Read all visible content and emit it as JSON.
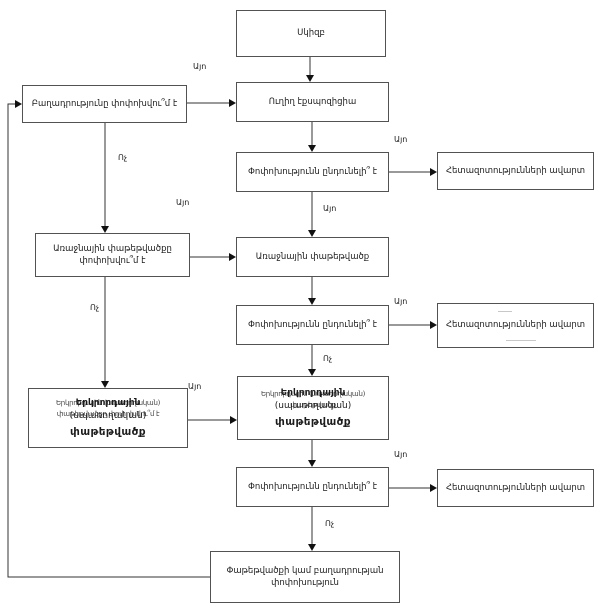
{
  "diagram": {
    "labels": {
      "yes": "Այո",
      "no": "Ոչ"
    },
    "nodes": {
      "start": {
        "text": "Սկիզբ"
      },
      "q_composition": {
        "text": "Բաղադրությունը փոփոխվու՞մ է"
      },
      "direct_exposure": {
        "text": "Ուղիղ էքսպոզիցիա"
      },
      "q_acceptable": {
        "text": "Փոփոխությունն ընդունելի՞ է"
      },
      "end_research": {
        "text": "Հետազոտությունների ավարտ"
      },
      "q_primary": {
        "line1": "Առաջնային փաթեթվածքը",
        "line2": "փոփոխվու՞մ է"
      },
      "primary_pack": {
        "text": "Առաջնային փաթեթվածք"
      },
      "secondary_pack": {
        "line1": "Երկրորդային",
        "line2": "(սպառողական)",
        "line3": "փաթեթվածք",
        "ghost1": "Երկրորդային (սպառողական)",
        "ghost2_question": "փաթեթվածքը փոփոխվու՞մ է",
        "ghost2_plain": "փաթեթվածք"
      },
      "change": {
        "line1": "Փաթեթվածքի կամ բաղադրության",
        "line2": "փոփոխություն"
      }
    }
  }
}
